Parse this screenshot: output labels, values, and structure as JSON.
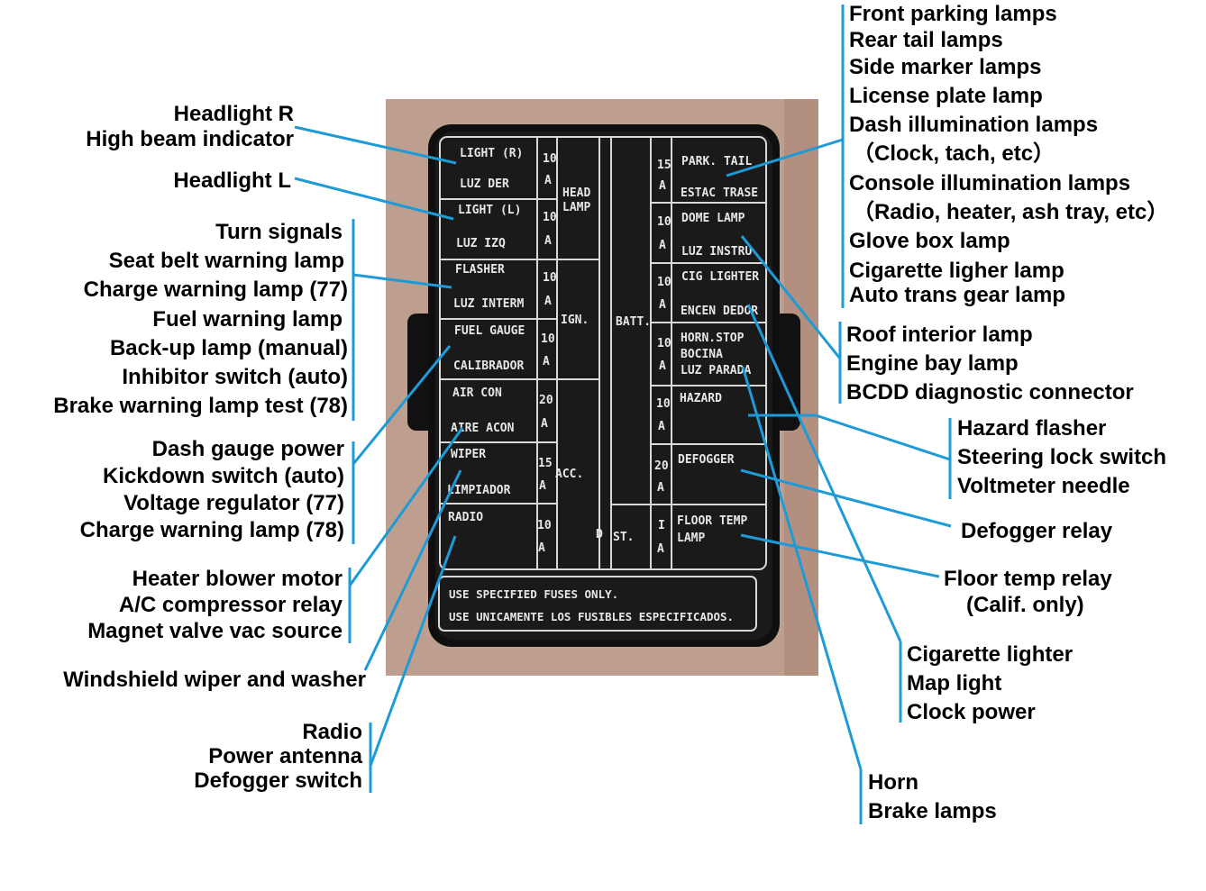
{
  "accent_color": "#1e9bd7",
  "fuse_box": {
    "left_labels": [
      {
        "name": "LIGHT (R)",
        "sub": "LUZ DER",
        "amp": "10"
      },
      {
        "name": "LIGHT (L)",
        "sub": "LUZ IZQ",
        "amp": "10"
      },
      {
        "name": "FLASHER",
        "sub": "LUZ INTERM",
        "amp": "10"
      },
      {
        "name": "FUEL GAUGE",
        "sub": "CALIBRADOR",
        "amp": "10"
      },
      {
        "name": "AIR CON",
        "sub": "AIRE ACON",
        "amp": "20"
      },
      {
        "name": "WIPER",
        "sub": "LIMPIADOR",
        "amp": "15"
      },
      {
        "name": "RADIO",
        "sub": "",
        "amp": "10"
      }
    ],
    "right_labels": [
      {
        "name": "PARK. TAIL",
        "sub": "ESTAC TRASE",
        "amp": "15"
      },
      {
        "name": "DOME LAMP",
        "sub": "LUZ INSTRU",
        "amp": "10"
      },
      {
        "name": "CIG LIGHTER",
        "sub": "ENCEN DEDOR",
        "amp": "10"
      },
      {
        "name": "HORN.STOP",
        "sub": "BOCINA",
        "sub2": "LUZ PARADA",
        "amp": "10"
      },
      {
        "name": "HAZARD",
        "sub": "",
        "amp": "10"
      },
      {
        "name": "DEFOGGER",
        "sub": "",
        "amp": "20"
      },
      {
        "name": "FLOOR TEMP",
        "sub": "LAMP",
        "amp": "I"
      }
    ],
    "amp_unit": "A",
    "circuits": {
      "head_lamp_1": "HEAD",
      "head_lamp_2": "LAMP",
      "ign": "IGN.",
      "acc": "ACC.",
      "batt": "BATT.",
      "st": "ST.",
      "d": "D"
    },
    "note_1": "USE SPECIFIED FUSES ONLY.",
    "note_2": "USE UNICAMENTE LOS FUSIBLES ESPECIFICADOS."
  },
  "annotations": {
    "left": [
      [
        "Headlight R",
        "High beam indicator"
      ],
      [
        "Headlight L"
      ],
      [
        "Turn signals",
        "Seat belt warning lamp",
        "Charge warning lamp (77)",
        "Fuel warning lamp",
        "Back-up lamp (manual)",
        "Inhibitor switch (auto)",
        "Brake warning lamp test (78)"
      ],
      [
        "Dash gauge power",
        "Kickdown switch (auto)",
        "Voltage regulator (77)",
        "Charge warning lamp (78)"
      ],
      [
        "Heater blower motor",
        "A/C compressor relay",
        "Magnet valve vac source"
      ],
      [
        "Windshield wiper and washer"
      ],
      [
        "Radio",
        "Power antenna",
        "Defogger switch"
      ]
    ],
    "right": [
      [
        "Front parking lamps",
        "Rear tail lamps",
        "Side marker lamps",
        "License plate lamp",
        "Dash illumination lamps",
        "（Clock, tach, etc）",
        "Console illumination lamps",
        "（Radio, heater, ash tray, etc）",
        "Glove box lamp",
        "Cigarette ligher lamp",
        "Auto trans gear lamp"
      ],
      [
        "Roof interior lamp",
        "Engine bay lamp",
        "BCDD diagnostic connector"
      ],
      [
        "Hazard flasher",
        "Steering lock switch",
        "Voltmeter needle"
      ],
      [
        "Defogger relay"
      ],
      [
        "Floor temp relay",
        "(Calif. only)"
      ],
      [
        "Cigarette lighter",
        "Map light",
        "Clock power"
      ],
      [
        "Horn",
        "Brake lamps"
      ]
    ]
  }
}
